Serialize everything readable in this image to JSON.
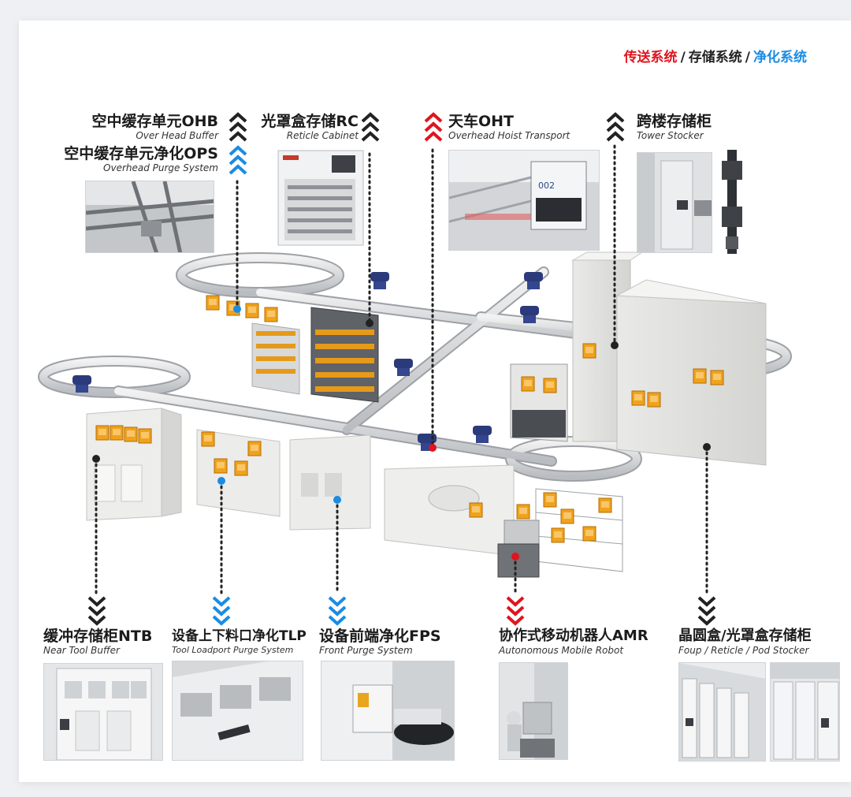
{
  "legend": {
    "transport": "传送系统",
    "storage": "存储系统",
    "purge": "净化系统",
    "separator": "/",
    "colors": {
      "transport": "#e0141e",
      "storage": "#222222",
      "purge": "#1b8ce3"
    }
  },
  "labels": {
    "ohb": {
      "zh": "空中缓存单元OHB",
      "en": "Over Head Buffer"
    },
    "ops": {
      "zh": "空中缓存单元净化OPS",
      "en": "Overhead Purge System"
    },
    "rc": {
      "zh": "光罩盒存储RC",
      "en": "Reticle Cabinet"
    },
    "oht": {
      "zh": "天车OHT",
      "en": "Overhead Hoist Transport"
    },
    "tower": {
      "zh": "跨楼存储柜",
      "en": "Tower Stocker"
    },
    "ntb": {
      "zh": "缓冲存储柜NTB",
      "en": "Near Tool Buffer"
    },
    "tlp": {
      "zh": "设备上下料口净化TLP",
      "en": "Tool Loadport Purge System"
    },
    "fps": {
      "zh": "设备前端净化FPS",
      "en": "Front Purge System"
    },
    "amr": {
      "zh": "协作式移动机器人AMR",
      "en": "Autonomous Mobile Robot"
    },
    "pod": {
      "zh": "晶圆盒/光罩盒存储柜",
      "en": "Foup / Reticle / Pod Stocker"
    }
  },
  "photo_text": {
    "oht_vehicle_number": "002"
  }
}
